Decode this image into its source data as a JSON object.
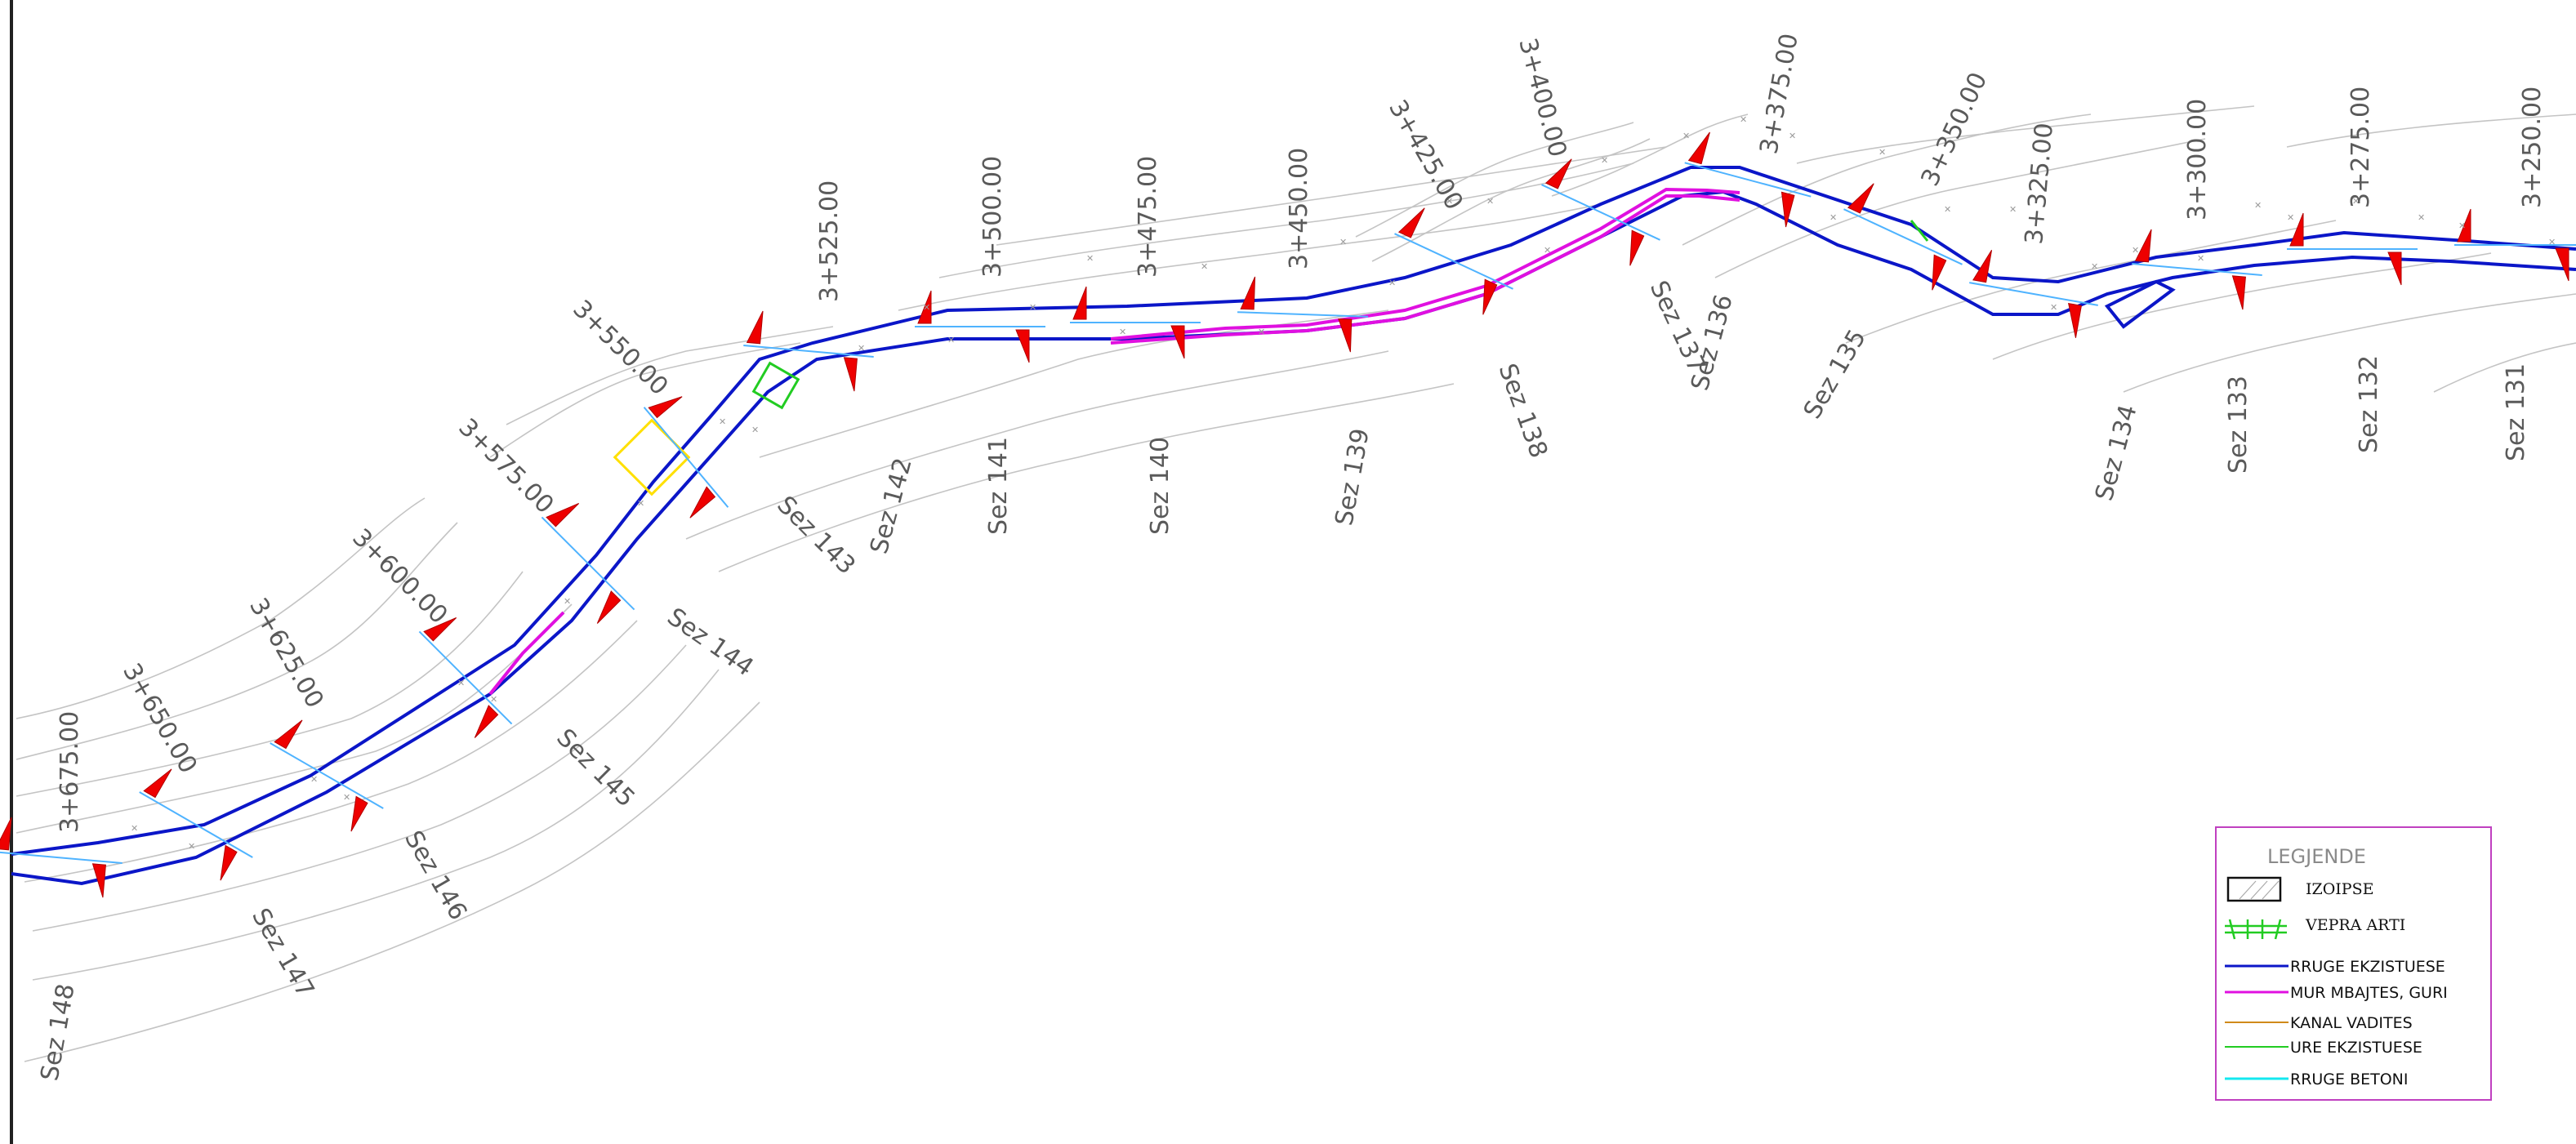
{
  "stations": [
    {
      "id": "s3675",
      "text": "3+675.00"
    },
    {
      "id": "s3650",
      "text": "3+650.00"
    },
    {
      "id": "s3625",
      "text": "3+625.00"
    },
    {
      "id": "s3600",
      "text": "3+600.00"
    },
    {
      "id": "s3575",
      "text": "3+575.00"
    },
    {
      "id": "s3550",
      "text": "3+550.00"
    },
    {
      "id": "s3525",
      "text": "3+525.00"
    },
    {
      "id": "s3500",
      "text": "3+500.00"
    },
    {
      "id": "s3475",
      "text": "3+475.00"
    },
    {
      "id": "s3450",
      "text": "3+450.00"
    },
    {
      "id": "s3425",
      "text": "3+425.00"
    },
    {
      "id": "s3400",
      "text": "3+400.00"
    },
    {
      "id": "s3375",
      "text": "3+375.00"
    },
    {
      "id": "s3350",
      "text": "3+350.00"
    },
    {
      "id": "s3325",
      "text": "3+325.00"
    },
    {
      "id": "s3300",
      "text": "3+300.00"
    },
    {
      "id": "s3275",
      "text": "3+275.00"
    },
    {
      "id": "s3250",
      "text": "3+250.00"
    }
  ],
  "sections": [
    {
      "id": "z148",
      "text": "Sez 148"
    },
    {
      "id": "z147",
      "text": "Sez 147"
    },
    {
      "id": "z146",
      "text": "Sez 146"
    },
    {
      "id": "z145",
      "text": "Sez 145"
    },
    {
      "id": "z144",
      "text": "Sez 144"
    },
    {
      "id": "z143",
      "text": "Sez 143"
    },
    {
      "id": "z142",
      "text": "Sez 142"
    },
    {
      "id": "z141",
      "text": "Sez 141"
    },
    {
      "id": "z140",
      "text": "Sez 140"
    },
    {
      "id": "z139",
      "text": "Sez 139"
    },
    {
      "id": "z138",
      "text": "Sez 138"
    },
    {
      "id": "z137",
      "text": "Sez 137"
    },
    {
      "id": "z136",
      "text": "Sez 136"
    },
    {
      "id": "z135",
      "text": "Sez 135"
    },
    {
      "id": "z134",
      "text": "Sez 134"
    },
    {
      "id": "z133",
      "text": "Sez 133"
    },
    {
      "id": "z132",
      "text": "Sez 132"
    },
    {
      "id": "z131",
      "text": "Sez 131"
    }
  ],
  "legend": {
    "title": "LEGJENDE",
    "items": [
      {
        "label": "IZOIPSE",
        "icon": "hatched-rectangle-icon"
      },
      {
        "label": "VEPRA ARTI",
        "icon": "bridge-symbol-icon"
      },
      {
        "label": "RRUGE EKZISTUESE",
        "color": "#0b16c8"
      },
      {
        "label": "MUR MBAJTES, GURI",
        "color": "#e010e0"
      },
      {
        "label": "KANAL VADITES",
        "color": "#d08a1a"
      },
      {
        "label": "URE EKZISTUESE",
        "color": "#22cc22"
      },
      {
        "label": "RRUGE BETONI",
        "color": "#14e8f0"
      }
    ]
  },
  "colors": {
    "road": "#0b16c8",
    "retaining_wall": "#e010e0",
    "contour": "#c4c4c4",
    "section_marker": "#ee0000",
    "section_axis": "#4fb3ff",
    "legend_border": "#c040c0",
    "bridge_box": "#ffe000"
  }
}
